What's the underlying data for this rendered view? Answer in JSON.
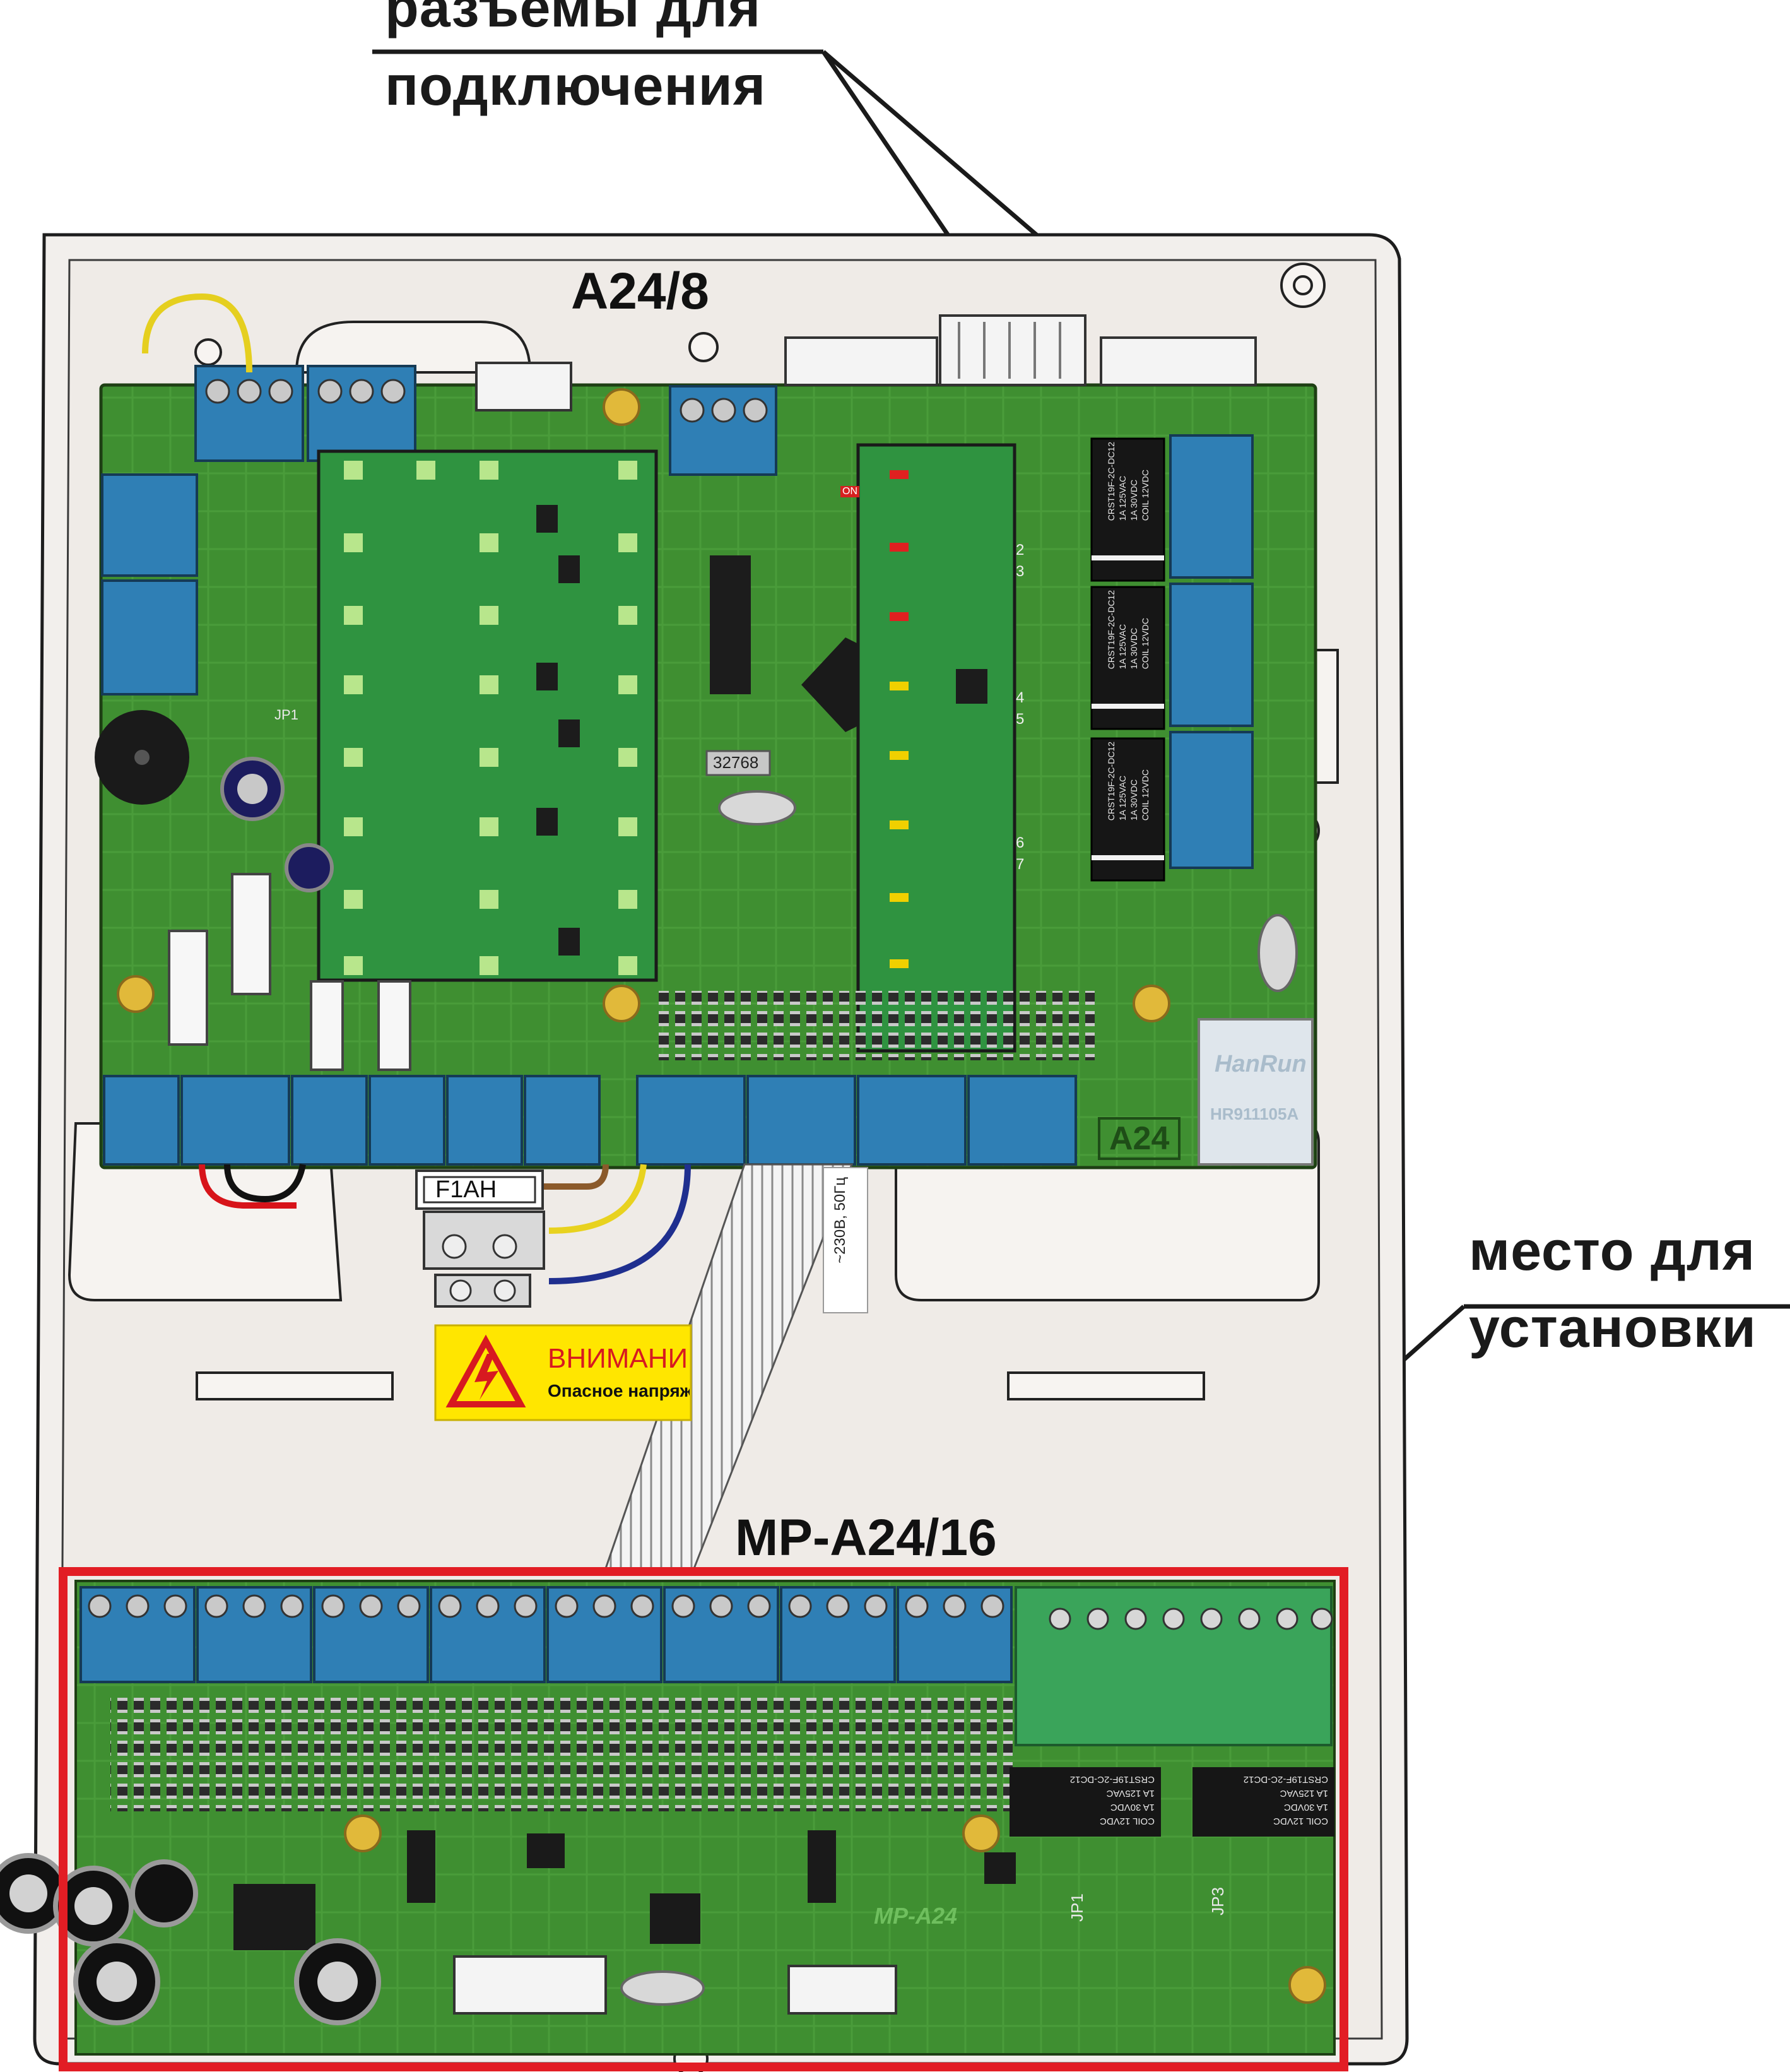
{
  "callouts": {
    "connectors_line1": "разъемы для",
    "connectors_line2": "подключения",
    "install_line1": "место для",
    "install_line2": "установки"
  },
  "boards": {
    "main_title": "A24/8",
    "main_logo_text": "A24",
    "expansion_title": "MP-A24/16",
    "expansion_silk": "MP-A24"
  },
  "components": {
    "fuse_label": "F1AH",
    "crystal_label": "32768",
    "ethernet_brand": "HanRun",
    "ethernet_model": "HR911105A",
    "relay_line1": "CRST19F-2C-DC12",
    "relay_line2": "1A 125VAC",
    "relay_line3": "1A 30VDC",
    "relay_line4": "COIL 12VDC",
    "jumper_jp1": "JP1",
    "jumper_jp3": "JP3",
    "jumper_numbers": [
      "2",
      "3",
      "4",
      "5",
      "6",
      "7"
    ],
    "voltage_label": "~230В, 50Гц",
    "dip_label": "ON"
  },
  "warning": {
    "title": "ВНИМАНИЕ",
    "text": "Опасное напряжение"
  },
  "colors": {
    "pcb_green": "#3d8c2f",
    "terminal_blue": "#2f7fb5",
    "highlight_red": "#e21d24",
    "enclosure": "#f2eeea",
    "warning_yellow": "#ffe600"
  }
}
